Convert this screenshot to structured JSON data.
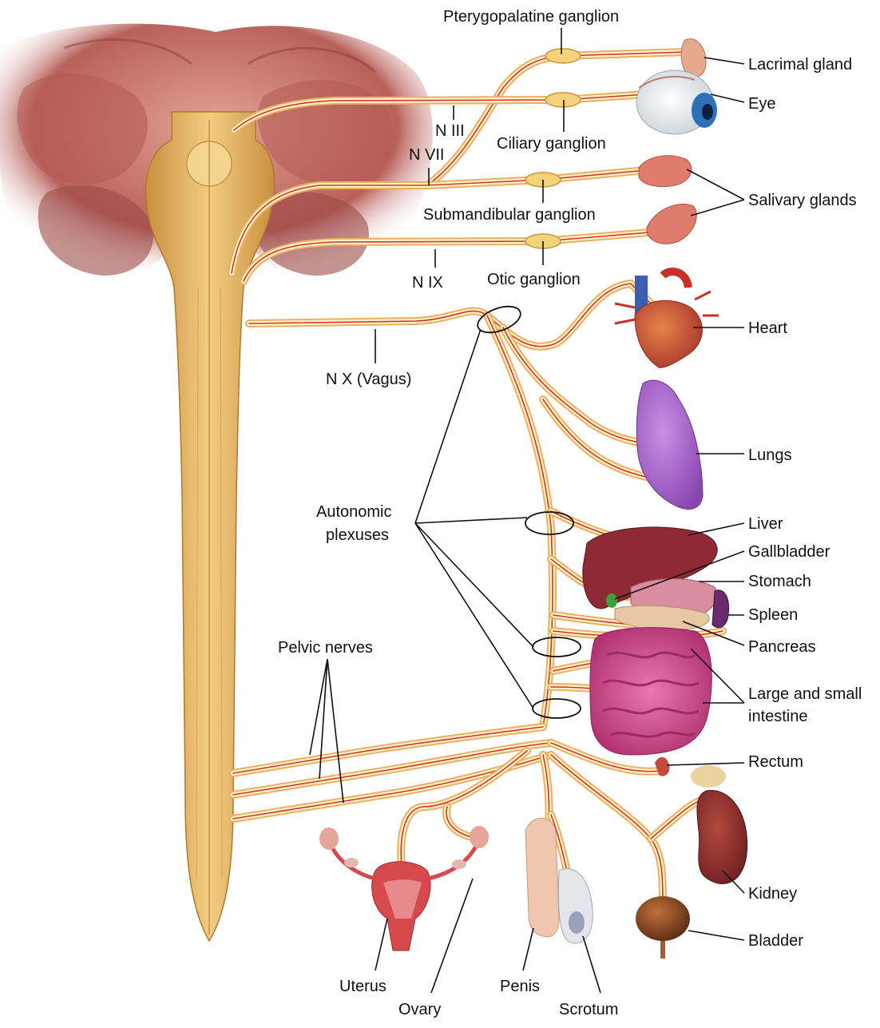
{
  "labels": {
    "pterygopalatine_ganglion": "Pterygopalatine ganglion",
    "lacrimal_gland": "Lacrimal gland",
    "eye": "Eye",
    "n_iii": "N III",
    "ciliary_ganglion": "Ciliary ganglion",
    "n_vii": "N VII",
    "salivary_glands": "Salivary glands",
    "submandibular_ganglion": "Submandibular ganglion",
    "n_ix": "N IX",
    "otic_ganglion": "Otic ganglion",
    "heart": "Heart",
    "n_x_vagus": "N X (Vagus)",
    "lungs": "Lungs",
    "autonomic_plexuses_line1": "Autonomic",
    "autonomic_plexuses_line2": "plexuses",
    "liver": "Liver",
    "gallbladder": "Gallbladder",
    "stomach": "Stomach",
    "spleen": "Spleen",
    "pelvic_nerves": "Pelvic nerves",
    "pancreas": "Pancreas",
    "large_small_intestine_line1": "Large and small",
    "large_small_intestine_line2": "intestine",
    "rectum": "Rectum",
    "kidney": "Kidney",
    "bladder": "Bladder",
    "uterus": "Uterus",
    "ovary": "Ovary",
    "penis": "Penis",
    "scrotum": "Scrotum"
  },
  "colors": {
    "nerve_sheath": "#e8b060",
    "nerve_core": "#d8322a",
    "spinal_cord": "#e6b566",
    "brain": "#c9736a",
    "organ_red": "#b5343c",
    "lung_purple": "#a663c9",
    "intestine_pink": "#d54c8c",
    "liver_brown": "#8e2a35"
  }
}
